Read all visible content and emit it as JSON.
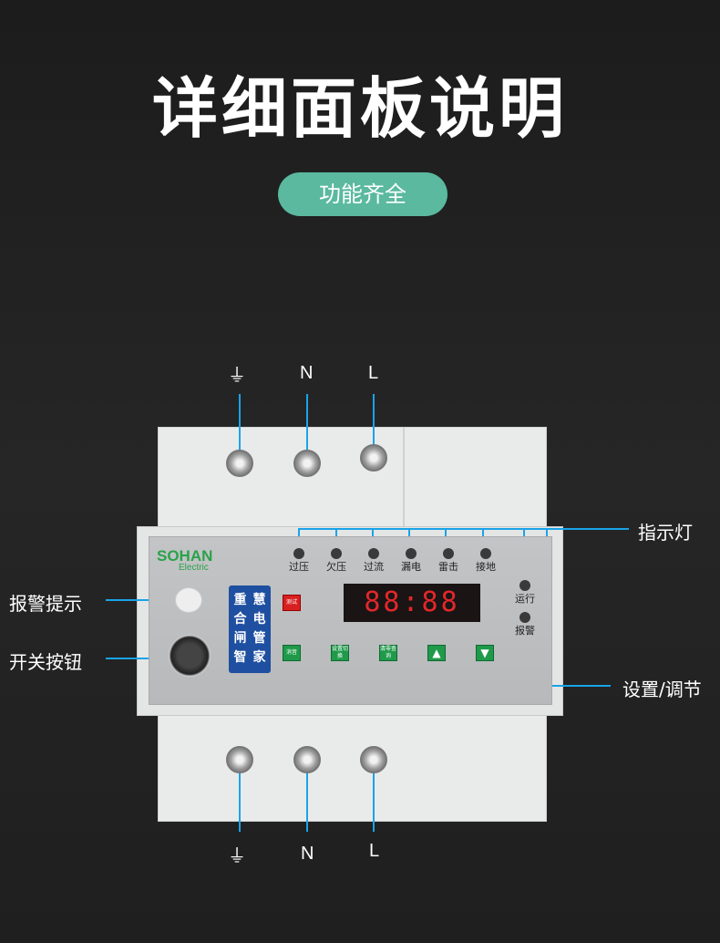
{
  "title": "详细面板说明",
  "badge": "功能齐全",
  "terminals_top": [
    "⏚",
    "N",
    "L"
  ],
  "terminals_bottom": [
    "⏚",
    "N",
    "L"
  ],
  "callouts": {
    "indicator": "指示灯",
    "alarm_hint": "报警提示",
    "switch_button": "开关按钮",
    "settings": "设置/调节"
  },
  "brand": {
    "name": "SOHAN",
    "sub": "Electric"
  },
  "indicators": [
    "过压",
    "欠压",
    "过流",
    "漏电",
    "雷击",
    "接地"
  ],
  "status_leds": [
    "运行",
    "报警"
  ],
  "blue_label": [
    "重",
    "慧",
    "合",
    "电",
    "闸",
    "管",
    "智",
    "家"
  ],
  "test_button": "测试",
  "display": "88:88",
  "buttons": [
    "消音",
    "设置切换",
    "清零查询"
  ],
  "arrows": {
    "up": "▲",
    "down": "▼"
  },
  "colors": {
    "accent": "#1aa3e8",
    "badge": "#5ab99f",
    "led_display": "#e3272a"
  }
}
